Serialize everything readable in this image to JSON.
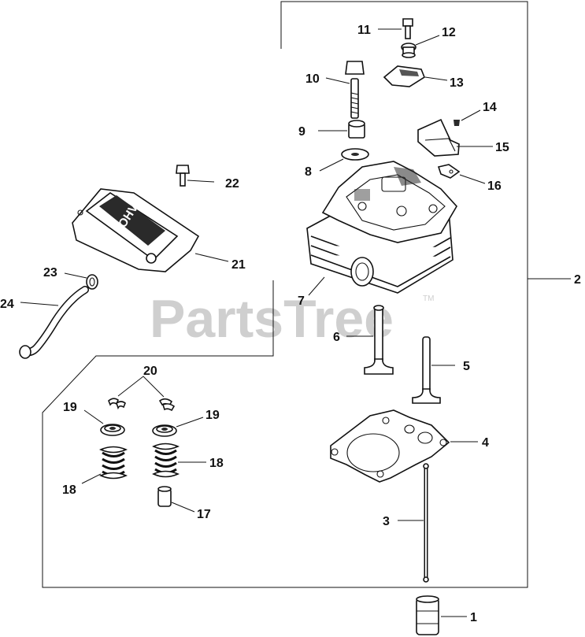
{
  "watermark": {
    "text": "PartsTree",
    "tm": "TM"
  },
  "cover_logo": "OHV",
  "callouts": [
    {
      "id": "c1",
      "text": "1"
    },
    {
      "id": "c2",
      "text": "2"
    },
    {
      "id": "c3",
      "text": "3"
    },
    {
      "id": "c4",
      "text": "4"
    },
    {
      "id": "c5",
      "text": "5"
    },
    {
      "id": "c6",
      "text": "6"
    },
    {
      "id": "c7",
      "text": "7"
    },
    {
      "id": "c8",
      "text": "8"
    },
    {
      "id": "c9",
      "text": "9"
    },
    {
      "id": "c10",
      "text": "10"
    },
    {
      "id": "c11",
      "text": "11"
    },
    {
      "id": "c12",
      "text": "12"
    },
    {
      "id": "c13",
      "text": "13"
    },
    {
      "id": "c14",
      "text": "14"
    },
    {
      "id": "c15",
      "text": "15"
    },
    {
      "id": "c16",
      "text": "16"
    },
    {
      "id": "c17",
      "text": "17"
    },
    {
      "id": "c18a",
      "text": "18"
    },
    {
      "id": "c18b",
      "text": "18"
    },
    {
      "id": "c19a",
      "text": "19"
    },
    {
      "id": "c19b",
      "text": "19"
    },
    {
      "id": "c20",
      "text": "20"
    },
    {
      "id": "c21",
      "text": "21"
    },
    {
      "id": "c22",
      "text": "22"
    },
    {
      "id": "c23",
      "text": "23"
    },
    {
      "id": "c24",
      "text": "24"
    }
  ]
}
